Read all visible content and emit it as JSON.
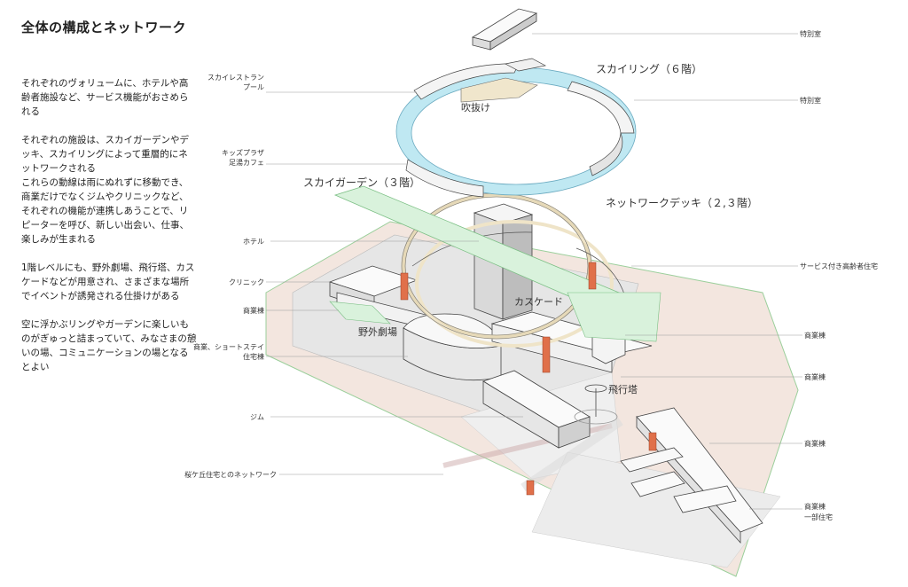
{
  "title": "全体の構成とネットワーク",
  "paragraphs": [
    "それぞれのヴォリュームに、ホテルや高齢者施設など、サービス機能がおさめられる",
    "それぞれの施設は、スカイガーデンやデッキ、スカイリングによって重層的にネットワークされる",
    "これらの動線は雨にぬれずに移動でき、商業だけでなくジムやクリニックなど、それぞれの機能が連携しあうことで、リピーターを呼び、新しい出会い、仕事、楽しみが生まれる",
    "1階レベルにも、野外劇場、飛行塔、カスケードなどが用意され、さまざまな場所でイベントが誘発される仕掛けがある",
    "空に浮かぶリングやガーデンに楽しいものがぎゅっと詰まっていて、みなさまの憩いの場、コミュニケーションの場となるとよい"
  ],
  "labels": {
    "sky_ring": "スカイリング（６階）",
    "sky_garden": "スカイガーデン（３階）",
    "network_deck": "ネットワークデッキ（２,３階）",
    "fukinuke": "吹抜け",
    "cascade": "カスケード",
    "outdoor_theater": "野外劇場",
    "flying_tower": "飛行塔"
  },
  "left_callouts": {
    "sky_restaurant_1": "スカイレストラン",
    "sky_restaurant_2": "プール",
    "kids_plaza_1": "キッズプラザ",
    "kids_plaza_2": "足湯カフェ",
    "hotel": "ホテル",
    "clinic": "クリニック",
    "commercial": "商業棟",
    "short_stay_1": "商業、ショートステイ",
    "short_stay_2": "住宅棟",
    "gym": "ジム",
    "sakuragaoka": "桜ケ丘住宅とのネットワーク"
  },
  "right_callouts": {
    "special_room_1": "特別室",
    "special_room_2": "特別室",
    "senior_housing": "サービス付き高齢者住宅",
    "commercial_1": "商業棟",
    "commercial_2": "商業棟",
    "commercial_3": "商業棟",
    "commercial_4a": "商業棟",
    "commercial_4b": "一部住宅"
  },
  "colors": {
    "ring": "#bfe8f2",
    "garden": "#d9f2dc",
    "accent_pillar": "#e0704a",
    "ground": "#f3e6df",
    "plaza_gray": "#e4e4e4"
  }
}
